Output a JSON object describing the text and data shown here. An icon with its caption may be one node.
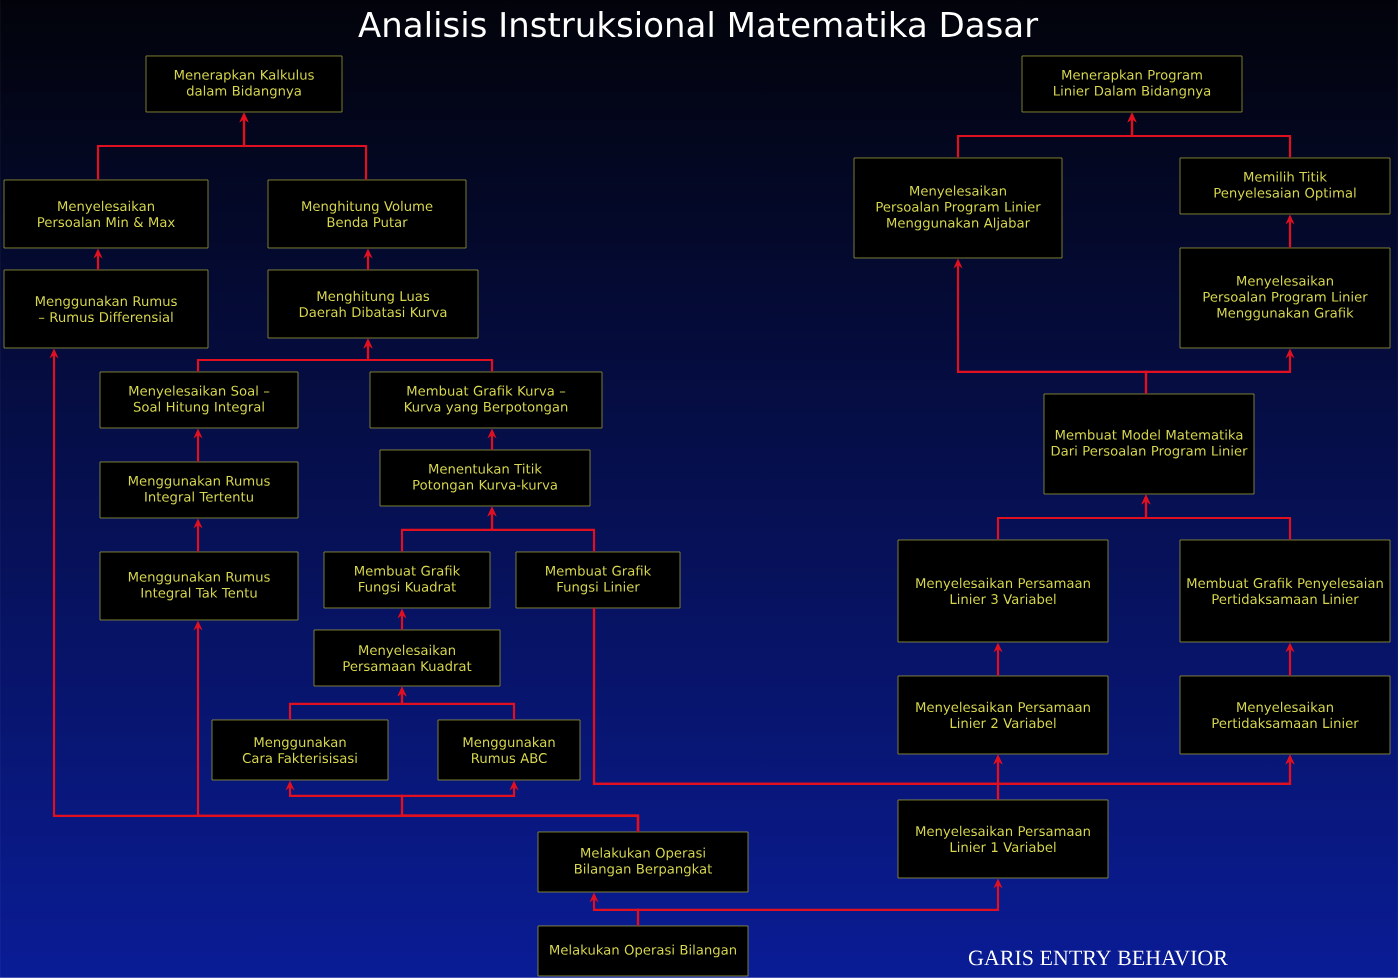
{
  "diagram": {
    "title": "Analisis Instruksional Matematika Dasar",
    "nodes": [
      {
        "text": [
          "Menerapkan Kalkulus dalam Bidangnya"
        ]
      },
      {
        "text": [
          "Menyelesaikan Persoalan Min & Max"
        ]
      },
      {
        "text": [
          "Menghitung Volume Benda Putar"
        ]
      },
      {
        "text": [
          "Menggunakan Rumus – Rumus Differensial"
        ]
      },
      {
        "text": [
          "Menghitung Luas Daerah Dibatasi Kurva"
        ]
      },
      {
        "text": [
          "Menyelesaikan Soal – Soal Hitung Integral"
        ]
      },
      {
        "text": [
          "Membuat Grafik Kurva –Kurva yang Berpotongan"
        ]
      },
      {
        "text": [
          "Menggunakan Rumus Integral Tertentu"
        ]
      },
      {
        "text": [
          "Menentukan Titik Potongan Kurva-kurva"
        ]
      },
      {
        "text": [
          "Menggunakan Rumus Integral Tak Tentu"
        ]
      },
      {
        "text": [
          "Membuat Grafik Fungsi Kuadrat"
        ]
      },
      {
        "text": [
          "Membuat Grafik Fungsi Linier"
        ]
      },
      {
        "text": [
          "Menyelesaikan Persamaan Kuadrat"
        ]
      },
      {
        "text": [
          "Menggunakan Cara Fakterisisasi"
        ]
      },
      {
        "text": [
          "Menggunakan Rumus ABC"
        ]
      },
      {
        "text": [
          "Melakukan Operasi Bilangan Berpangkat"
        ]
      },
      {
        "text": [
          "Melakukan Operasi Bilangan"
        ]
      },
      {
        "text": [
          "Menerapkan Program Linier Dalam Bidangnya"
        ]
      },
      {
        "text": [
          "Menyelesaikan Persoalan Program Linier Menggunakan Aljabar"
        ]
      },
      {
        "text": [
          "Memilih Titik Penyelesaian Optimal"
        ]
      },
      {
        "text": [
          "Menyelesaikan Persoalan Program Linier Menggunakan Grafik"
        ]
      },
      {
        "text": [
          "Membuat Model Matematika Dari Persoalan Program Linier"
        ]
      },
      {
        "text": [
          "Menyelesaikan Persamaan Linier 3 Variabel"
        ]
      },
      {
        "text": [
          "Membuat Grafik Penyelesaian Pertidaksamaan Linier"
        ]
      },
      {
        "text": [
          "Menyelesaikan Persamaan Linier 2 Variabel"
        ]
      },
      {
        "text": [
          "Menyelesaikan Pertidaksamaan Linier"
        ]
      },
      {
        "text": [
          "Menyelesaikan Persamaan Linier 1 Variabel"
        ]
      }
    ],
    "edges": [
      {
        "from": 1,
        "to": 0,
        "arrow": "to"
      },
      {
        "from": 2,
        "to": 0,
        "arrow": "to"
      },
      {
        "from": 3,
        "to": 1,
        "arrow": "to"
      },
      {
        "from": 4,
        "to": 2,
        "arrow": "to"
      },
      {
        "from": 5,
        "to": 4,
        "arrow": "to"
      },
      {
        "from": 6,
        "to": 4,
        "arrow": "to"
      },
      {
        "from": 7,
        "to": 5,
        "arrow": "to"
      },
      {
        "from": 8,
        "to": 6,
        "arrow": "to"
      },
      {
        "from": 9,
        "to": 7,
        "arrow": "to"
      },
      {
        "from": 10,
        "to": 8,
        "arrow": "to"
      },
      {
        "from": 11,
        "to": 8,
        "arrow": "to"
      },
      {
        "from": 12,
        "to": 10,
        "arrow": "to"
      },
      {
        "from": 13,
        "to": 12,
        "arrow": "to"
      },
      {
        "from": 14,
        "to": 12,
        "arrow": "to"
      },
      {
        "from": 15,
        "to": 3,
        "arrow": "to"
      },
      {
        "from": 15,
        "to": 9,
        "arrow": "to"
      },
      {
        "from": 15,
        "to": 13,
        "arrow": "to"
      },
      {
        "from": 15,
        "to": 14,
        "arrow": "to"
      },
      {
        "from": 16,
        "to": 15,
        "arrow": "to"
      },
      {
        "from": 16,
        "to": 26,
        "arrow": "to"
      },
      {
        "from": 11,
        "to": 24,
        "arrow": "to"
      },
      {
        "from": 11,
        "to": 25,
        "arrow": "to"
      },
      {
        "from": 26,
        "to": 24,
        "arrow": "to"
      },
      {
        "from": 26,
        "to": 25,
        "arrow": "to"
      },
      {
        "from": 18,
        "to": 17,
        "arrow": "to"
      },
      {
        "from": 19,
        "to": 17,
        "arrow": "to"
      },
      {
        "from": 20,
        "to": 19,
        "arrow": "to"
      },
      {
        "from": 21,
        "to": 18,
        "arrow": "to"
      },
      {
        "from": 21,
        "to": 20,
        "arrow": "to"
      },
      {
        "from": 22,
        "to": 21,
        "arrow": "to"
      },
      {
        "from": 23,
        "to": 21,
        "arrow": "to"
      },
      {
        "from": 24,
        "to": 22,
        "arrow": "to"
      },
      {
        "from": 25,
        "to": 23,
        "arrow": "to"
      }
    ],
    "labels": [
      "GARIS ENTRY BEHAVIOR"
    ]
  }
}
